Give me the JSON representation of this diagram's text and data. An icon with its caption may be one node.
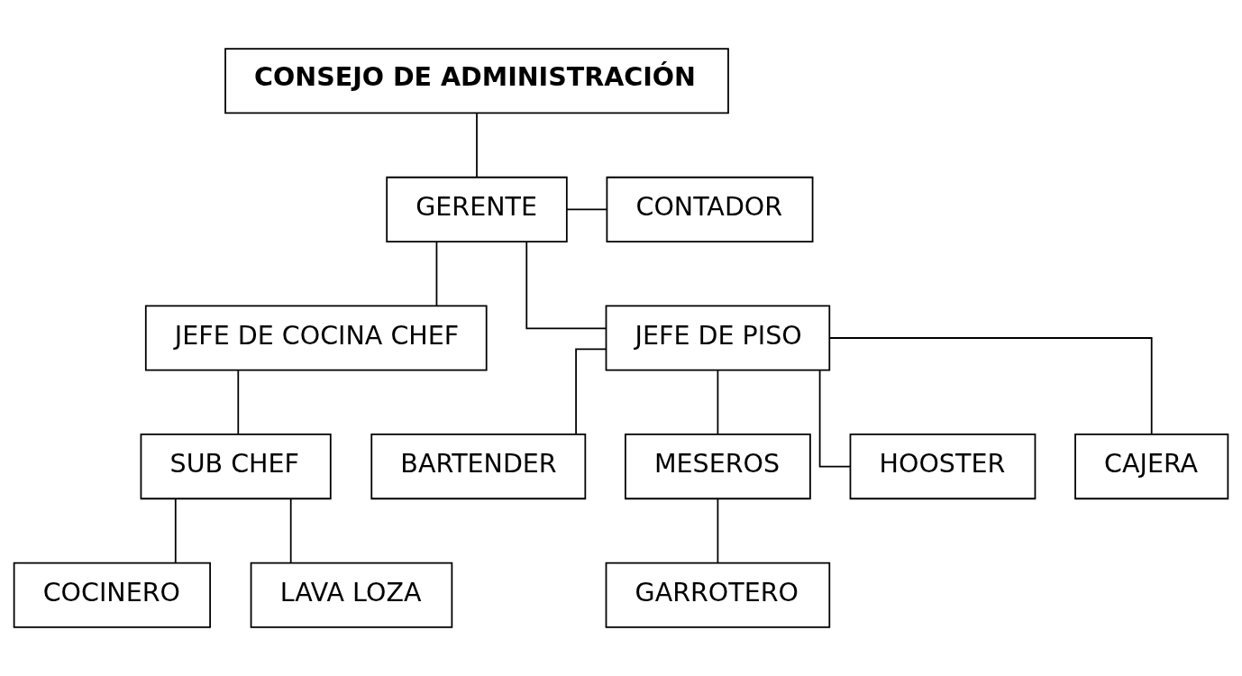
{
  "diagram": {
    "nodes": [
      {
        "text": [
          "CONSEJO DE ADMINISTRACIÓN"
        ]
      },
      {
        "text": [
          "GERENTE"
        ]
      },
      {
        "text": [
          "CONTADOR"
        ]
      },
      {
        "text": [
          "JEFE DE COCINA CHEF"
        ]
      },
      {
        "text": [
          "JEFE DE PISO"
        ]
      },
      {
        "text": [
          "SUB CHEF"
        ]
      },
      {
        "text": [
          "BARTENDER"
        ]
      },
      {
        "text": [
          "MESEROS"
        ]
      },
      {
        "text": [
          "HOOSTER"
        ]
      },
      {
        "text": [
          "CAJERA"
        ]
      },
      {
        "text": [
          "COCINERO"
        ]
      },
      {
        "text": [
          "LAVA LOZA"
        ]
      },
      {
        "text": [
          "GARROTERO"
        ]
      }
    ],
    "edges": [
      {
        "from": 0,
        "to": 1,
        "arrow": "none"
      },
      {
        "from": 1,
        "to": 2,
        "arrow": "none"
      },
      {
        "from": 1,
        "to": 3,
        "arrow": "none"
      },
      {
        "from": 1,
        "to": 4,
        "arrow": "none"
      },
      {
        "from": 3,
        "to": 5,
        "arrow": "none"
      },
      {
        "from": 5,
        "to": 10,
        "arrow": "none"
      },
      {
        "from": 5,
        "to": 11,
        "arrow": "none"
      },
      {
        "from": 4,
        "to": 6,
        "arrow": "none"
      },
      {
        "from": 4,
        "to": 7,
        "arrow": "none"
      },
      {
        "from": 4,
        "to": 8,
        "arrow": "none"
      },
      {
        "from": 4,
        "to": 9,
        "arrow": "none"
      },
      {
        "from": 7,
        "to": 12,
        "arrow": "none"
      }
    ]
  }
}
